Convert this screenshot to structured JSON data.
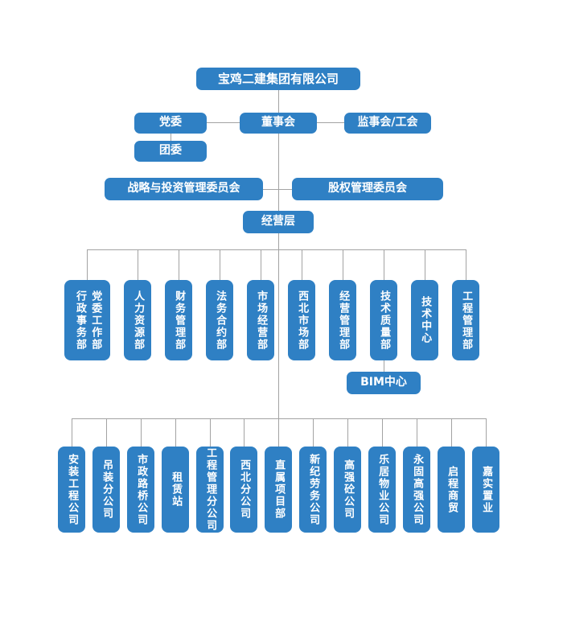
{
  "colors": {
    "node_blue": "#2F80C4",
    "node_text": "#FFFFFF",
    "connector_gray": "#A3A3A3",
    "background": "#FFFFFF"
  },
  "nodes": {
    "root": "宝鸡二建集团有限公司",
    "party_committee": "党委",
    "board": "董事会",
    "supervisory_union": "监事会/工会",
    "youth_league": "团委",
    "strategy_investment_committee": "战略与投资管理委员会",
    "equity_committee": "股权管理委员会",
    "management_layer": "经营层",
    "bim_center": "BIM中心"
  },
  "dept_dual": {
    "left_col": "行政事务部",
    "right_col": "党委工作部"
  },
  "departments": [
    "人力资源部",
    "财务管理部",
    "法务合约部",
    "市场经营部",
    "西北市场部",
    "经营管理部",
    "技术质量部",
    "技术中心",
    "工程管理部"
  ],
  "companies": [
    "安装工程公司",
    "吊装分公司",
    "市政路桥公司",
    "租赁站",
    "工程管理分公司",
    "西北分公司",
    "直属项目部",
    "新纪劳务公司",
    "高强砼公司",
    "乐居物业公司",
    "永固高强公司",
    "启程商贸",
    "嘉实置业"
  ]
}
